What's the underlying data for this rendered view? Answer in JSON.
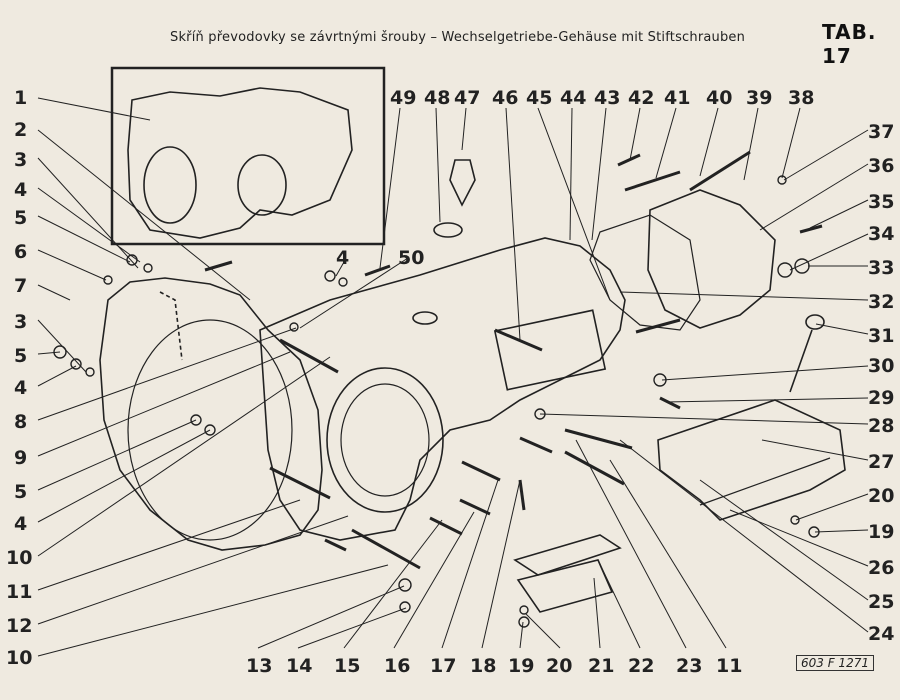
{
  "header": {
    "title": "Skříň převodovky se závrtnými šrouby – Wechselgetriebe-Gehäuse mit Stiftschrauben",
    "tab": "TAB. 17"
  },
  "footer": {
    "code": "603 F 1271"
  },
  "callouts": [
    "1",
    "2",
    "3",
    "4",
    "5",
    "6",
    "7",
    "3",
    "5",
    "4",
    "8",
    "9",
    "5",
    "4",
    "10",
    "11",
    "12",
    "10",
    "13",
    "14",
    "15",
    "16",
    "17",
    "18",
    "19",
    "20",
    "21",
    "22",
    "23",
    "11",
    "24",
    "25",
    "26",
    "19",
    "20",
    "27",
    "28",
    "29",
    "30",
    "31",
    "32",
    "33",
    "34",
    "35",
    "36",
    "37",
    "38",
    "39",
    "40",
    "41",
    "42",
    "43",
    "44",
    "45",
    "46",
    "47",
    "48",
    "49",
    "50",
    "4"
  ]
}
